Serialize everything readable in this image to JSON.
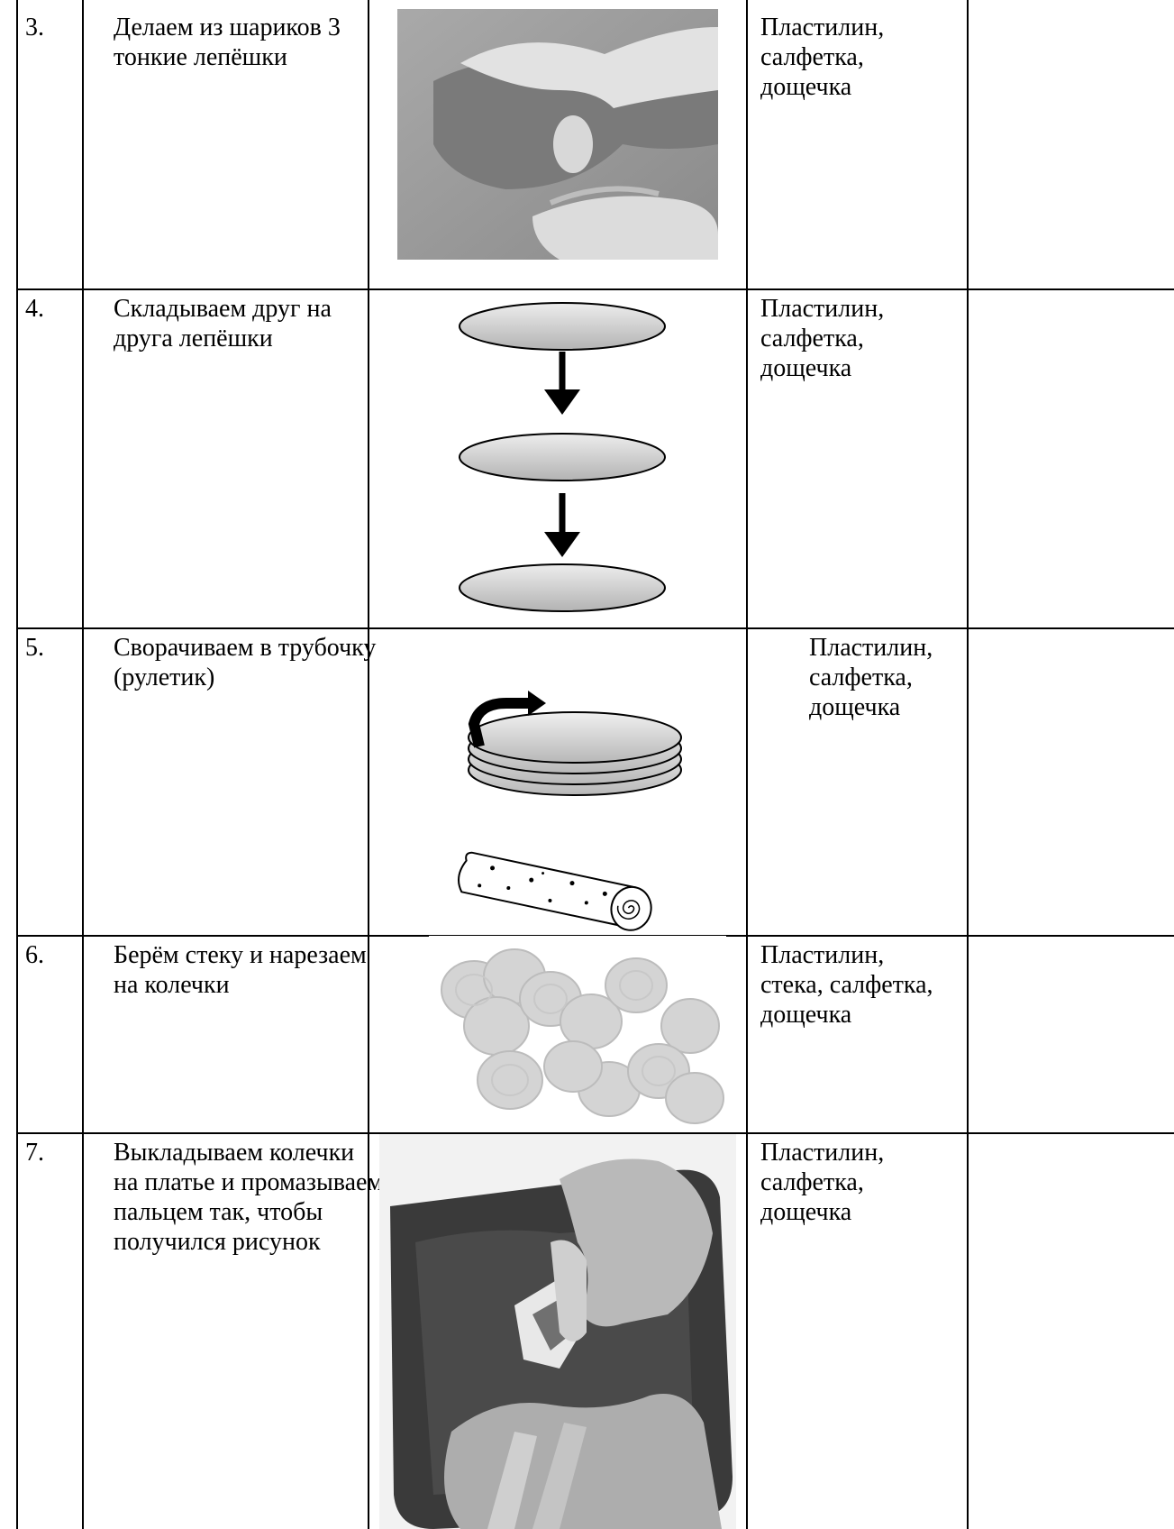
{
  "rows": [
    {
      "number": "3.",
      "description": "Делаем из  шариков  3 тонкие лепёшки",
      "materials": "Пластилин,\nсалфетка,\nдощечка",
      "illustration": "hands-flattening-clay-photo"
    },
    {
      "number": "4.",
      "description": "Складываем друг на друга лепёшки",
      "materials": "Пластилин,\nсалфетка,\nдощечка",
      "illustration": "stacking-discs-diagram"
    },
    {
      "number": "5.",
      "description": "Сворачиваем в трубочку (рулетик)",
      "materials": "Пластилин,\nсалфетка,\nдощечка",
      "illustration": "rolling-discs-into-tube-diagram"
    },
    {
      "number": "6.",
      "description": "Берём стеку и нарезаем на колечки",
      "materials": "Пластилин,\nстека, салфетка,\nдощечка",
      "illustration": "clay-ring-slices-photo"
    },
    {
      "number": "7.",
      "description": "Выкладываем колечки на платье и промазываем пальцем так, чтобы получился рисунок",
      "materials": "Пластилин,\nсалфетка,\nдощечка",
      "illustration": "hands-pressing-clay-on-board-photo"
    }
  ]
}
